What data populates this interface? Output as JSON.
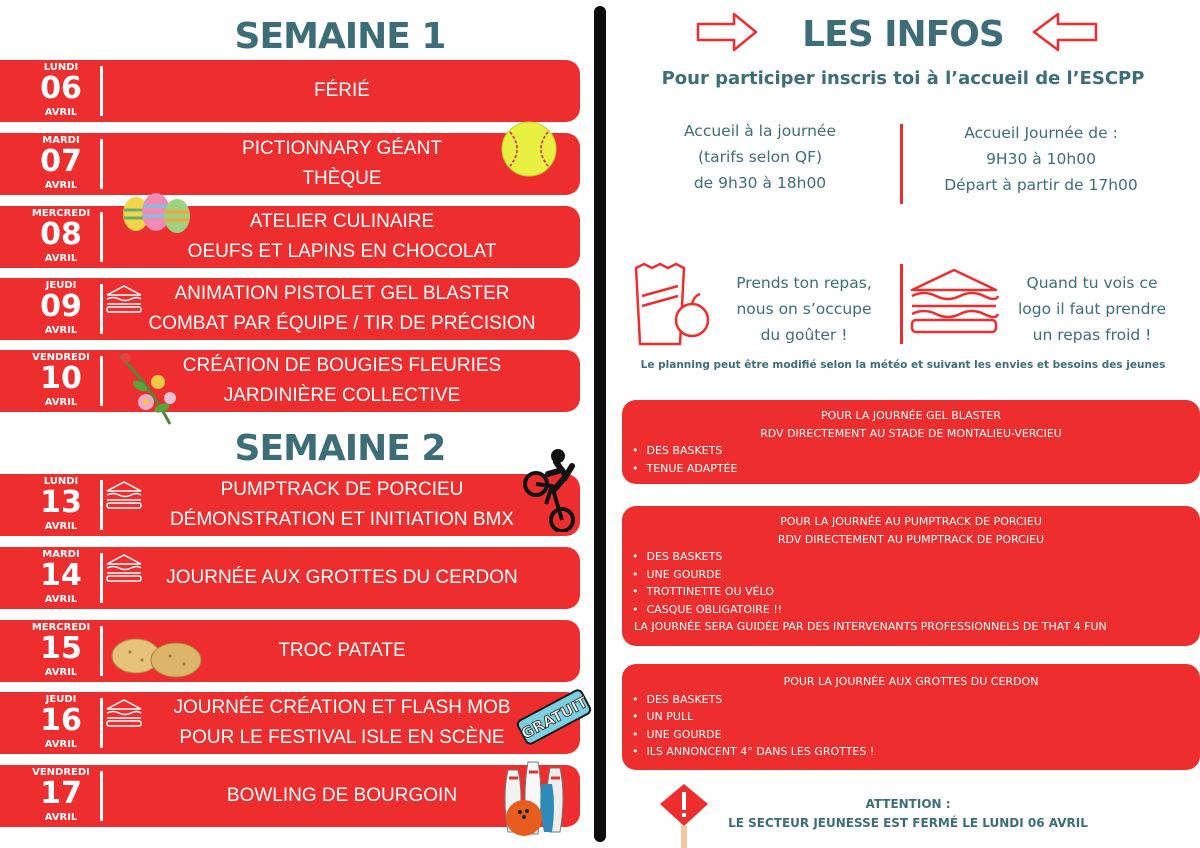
{
  "left": {
    "week1_title": "SEMAINE 1",
    "week2_title": "SEMAINE 2",
    "days": [
      {
        "weekday": "LUNDI",
        "day": "06",
        "month": "AVRIL",
        "lines": [
          "FÉRIÉ"
        ]
      },
      {
        "weekday": "MARDI",
        "day": "07",
        "month": "AVRIL",
        "lines": [
          "PICTIONNARY GÉANT",
          "THÈQUE"
        ]
      },
      {
        "weekday": "MERCREDI",
        "day": "08",
        "month": "AVRIL",
        "lines": [
          "ATELIER CULINAIRE",
          "OEUFS ET LAPINS EN CHOCOLAT"
        ]
      },
      {
        "weekday": "JEUDI",
        "day": "09",
        "month": "AVRIL",
        "lines": [
          "ANIMATION PISTOLET GEL BLASTER",
          "COMBAT PAR ÉQUIPE / TIR DE PRÉCISION"
        ]
      },
      {
        "weekday": "VENDREDI",
        "day": "10",
        "month": "AVRIL",
        "lines": [
          "CRÉATION DE BOUGIES FLEURIES",
          "JARDINIÈRE COLLECTIVE"
        ]
      },
      {
        "weekday": "LUNDI",
        "day": "13",
        "month": "AVRIL",
        "lines": [
          "PUMPTRACK DE PORCIEU",
          "DÉMONSTRATION ET INITIATION BMX"
        ]
      },
      {
        "weekday": "MARDI",
        "day": "14",
        "month": "AVRIL",
        "lines": [
          "JOURNÉE AUX GROTTES DU CERDON"
        ]
      },
      {
        "weekday": "MERCREDI",
        "day": "15",
        "month": "AVRIL",
        "lines": [
          "TROC PATATE"
        ]
      },
      {
        "weekday": "JEUDI",
        "day": "16",
        "month": "AVRIL",
        "lines": [
          "JOURNÉE CRÉATION ET FLASH MOB",
          "POUR LE FESTIVAL ISLE EN SCÈNE"
        ]
      },
      {
        "weekday": "VENDREDI",
        "day": "17",
        "month": "AVRIL",
        "lines": [
          "BOWLING DE BOURGOIN"
        ]
      }
    ],
    "gratuit_badge": "GRATUIT"
  },
  "right": {
    "title": "LES INFOS",
    "subtitle": "Pour participer inscris toi à l’accueil de l’ESCPP",
    "accueil_left": [
      "Accueil à la journée",
      "(tarifs selon QF)",
      "de 9h30 à 18h00"
    ],
    "accueil_right": [
      "Accueil Journée de :",
      "9H30 à 10h00",
      "Départ à partir de 17h00"
    ],
    "repas_left": [
      "Prends ton repas,",
      "nous on s’occupe",
      "du goûter !"
    ],
    "repas_right": [
      "Quand tu vois ce",
      "logo il faut prendre",
      "un repas froid !"
    ],
    "note": "Le planning peut être modifié selon la météo et suivant les envies et besoins des jeunes",
    "box1": {
      "header": [
        "POUR LA JOURNÉE GEL BLASTER",
        "RDV DIRECTEMENT AU STADE DE MONTALIEU-VERCIEU"
      ],
      "items": [
        "DES BASKETS",
        "TENUE ADAPTÉE"
      ]
    },
    "box2": {
      "header": [
        "POUR LA JOURNÉE AU PUMPTRACK DE PORCIEU",
        "RDV DIRECTEMENT AU PUMPTRACK DE PORCIEU"
      ],
      "items": [
        "DES BASKETS",
        "UNE GOURDE",
        "TROTTINETTE OU VÉLO",
        "CASQUE OBLIGATOIRE !!"
      ],
      "extra": "LA JOURNÉE SERA GUIDÉE PAR DES INTERVENANTS PROFESSIONNELS DE THAT 4 FUN"
    },
    "box3": {
      "header": [
        "POUR LA JOURNÉE AUX GROTTES DU CERDON"
      ],
      "items": [
        "DES BASKETS",
        "UN PULL",
        "UNE GOURDE",
        "ILS ANNONCENT 4° DANS LES GROTTES !"
      ]
    },
    "warning": [
      "ATTENTION :",
      "LE SECTEUR JEUNESSE EST FERMÉ LE LUNDI 06 AVRIL"
    ],
    "colors": {
      "red": "#ee2e2e",
      "teal": "#3d6e78"
    }
  }
}
